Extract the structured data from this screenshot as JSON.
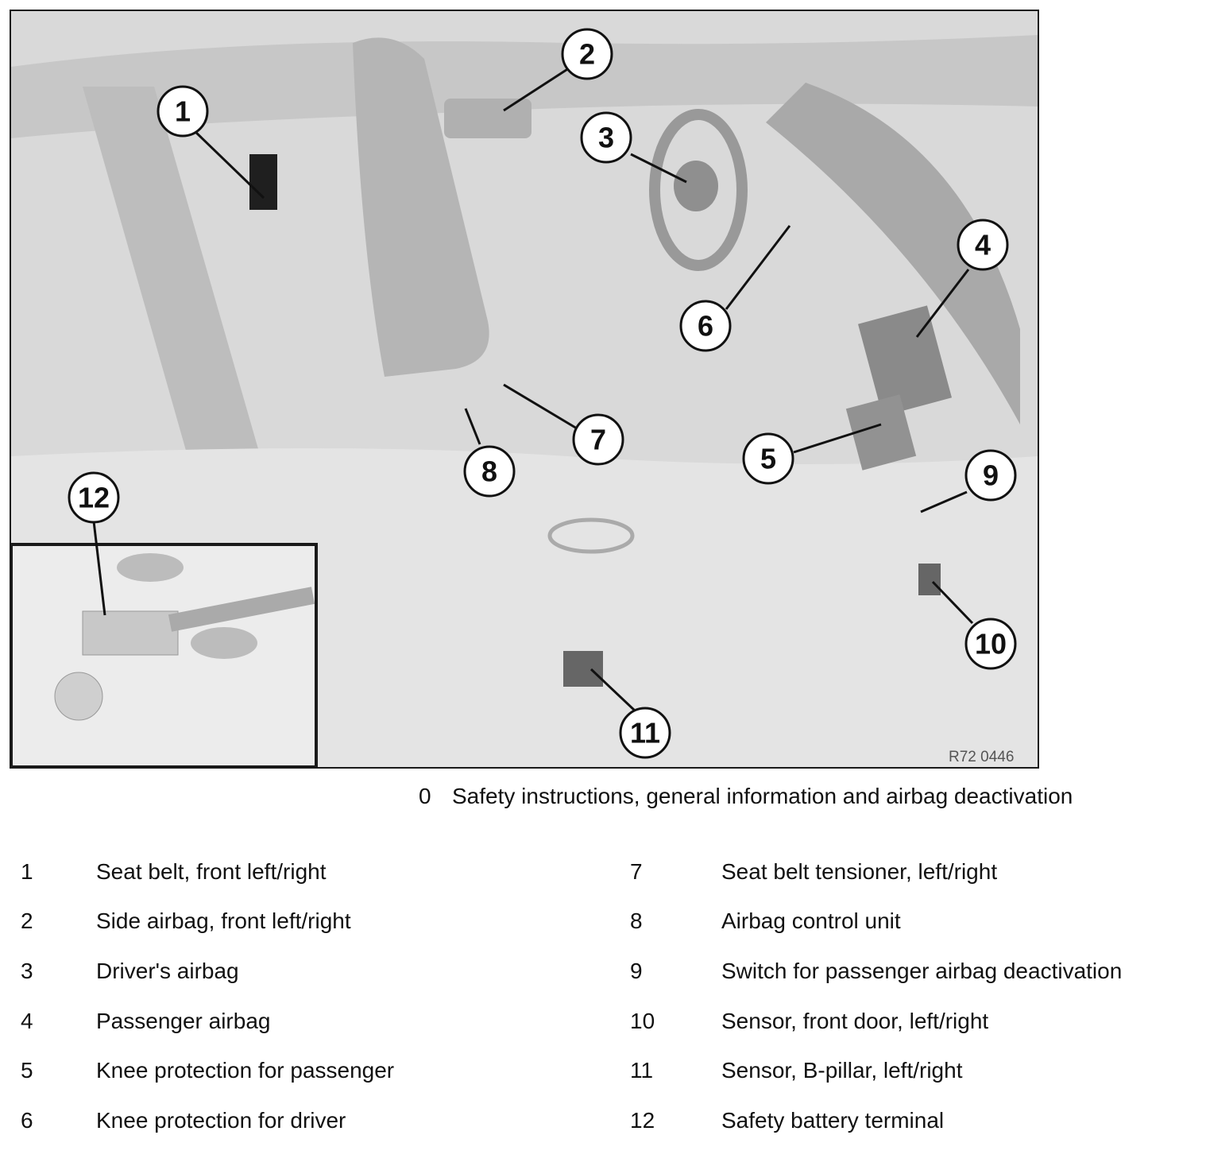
{
  "figure": {
    "code": "R72 0446",
    "callouts": [
      "1",
      "2",
      "3",
      "4",
      "5",
      "6",
      "7",
      "8",
      "9",
      "10",
      "11",
      "12"
    ]
  },
  "caption": {
    "number": "0",
    "text": "Safety instructions, general information and airbag deactivation"
  },
  "legend": {
    "left": [
      {
        "num": "1",
        "text": "Seat belt, front left/right"
      },
      {
        "num": "2",
        "text": "Side airbag, front left/right"
      },
      {
        "num": "3",
        "text": "Driver's airbag"
      },
      {
        "num": "4",
        "text": "Passenger airbag"
      },
      {
        "num": "5",
        "text": "Knee protection for passenger"
      },
      {
        "num": "6",
        "text": "Knee protection for driver"
      }
    ],
    "right": [
      {
        "num": "7",
        "text": "Seat belt tensioner, left/right"
      },
      {
        "num": "8",
        "text": "Airbag control unit"
      },
      {
        "num": "9",
        "text": "Switch for passenger airbag deactivation"
      },
      {
        "num": "10",
        "text": "Sensor, front door, left/right"
      },
      {
        "num": "11",
        "text": "Sensor, B-pillar, left/right"
      },
      {
        "num": "12",
        "text": "Safety battery terminal"
      }
    ]
  }
}
